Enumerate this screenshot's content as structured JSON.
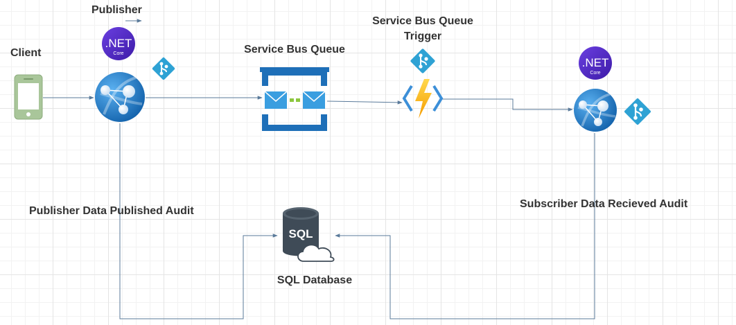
{
  "labels": {
    "client": "Client",
    "publisher": "Publisher",
    "service_bus_queue": "Service Bus Queue",
    "trigger_line1": "Service Bus Queue",
    "trigger_line2": "Trigger",
    "sql_database": "SQL Database",
    "publisher_audit": "Publisher Data Published Audit",
    "subscriber_audit": "Subscriber Data Recieved Audit"
  },
  "badges": {
    "net_core_main": ".NET",
    "net_core_sub": "Core",
    "sql": "SQL"
  },
  "icons": {
    "client": "mobile-phone-icon",
    "publisher": "app-service-web-icon",
    "dotnet": "dotnet-core-icon",
    "git": "git-repo-icon",
    "queue": "service-bus-queue-icon",
    "function": "azure-function-icon",
    "subscriber": "app-service-web-icon",
    "database": "sql-database-icon"
  },
  "colors": {
    "label_text": "#333333",
    "connector": "#5a7a9a",
    "dotnet_purple": "#512bd4",
    "git_blue": "#2ea2d4",
    "web_blue": "#1b7ad0",
    "queue_blue": "#1e6fb8",
    "queue_green": "#8cc63e",
    "function_yellow": "#f5b400",
    "sql_slate": "#3f4b57",
    "phone_green": "#a9c69a"
  }
}
